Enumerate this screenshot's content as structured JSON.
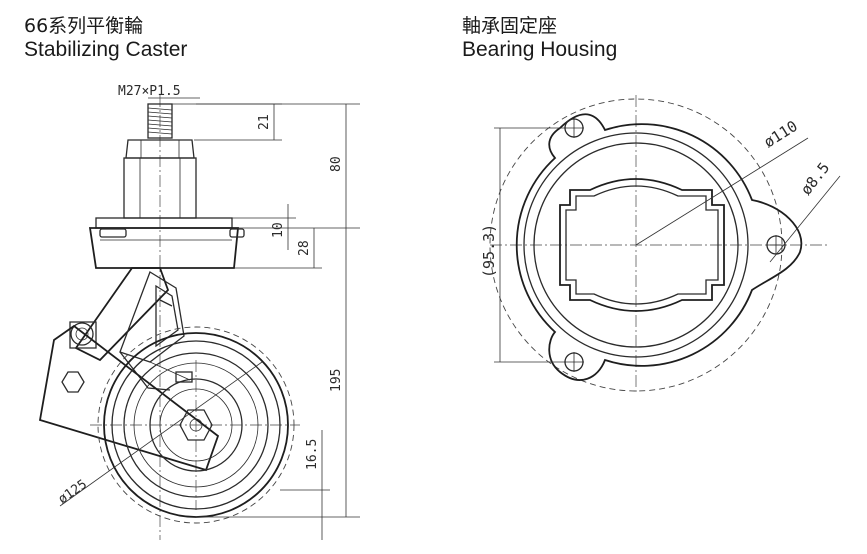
{
  "caster": {
    "title_zh": "66系列平衡輪",
    "title_en": "Stabilizing Caster",
    "dims": {
      "thread": "M27×P1.5",
      "thread_len": "21",
      "stem_height": "80",
      "plate_thickness": "10",
      "plate_height": "28",
      "lower_height": "195",
      "wheel_offset": "16.5",
      "wheel_diameter": "ø125"
    }
  },
  "housing": {
    "title_zh": "軸承固定座",
    "title_en": "Bearing Housing",
    "dims": {
      "pcd": "ø110",
      "hole": "ø8.5",
      "span": "(95.3)"
    }
  }
}
